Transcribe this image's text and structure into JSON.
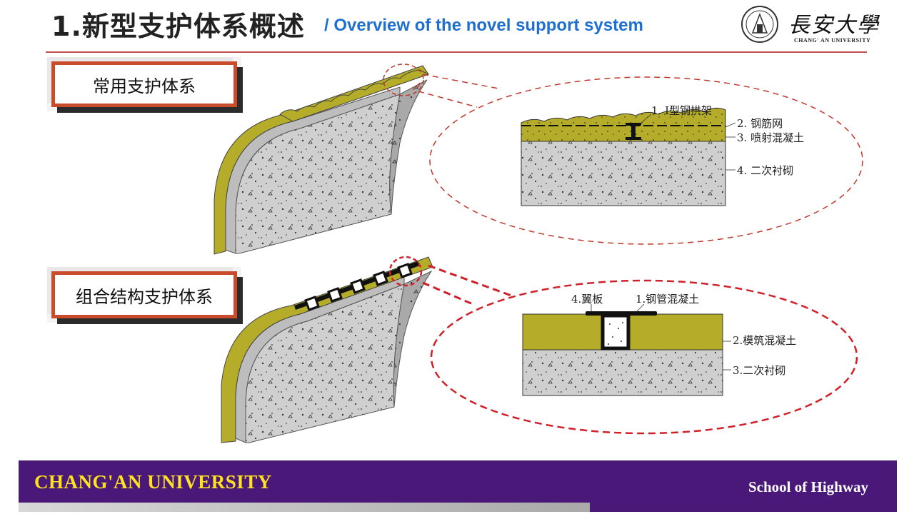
{
  "header": {
    "title_cn": "1.新型支护体系概述",
    "title_en": "/ Overview of the novel support system",
    "logo_cn": "長安大學",
    "logo_en": "CHANG' AN UNIVERSITY"
  },
  "sections": {
    "common": {
      "label": "常用支护体系",
      "callouts": [
        "1. I型钢拱架",
        "2. 钢筋网",
        "3. 喷射混凝土",
        "4. 二次衬砌"
      ]
    },
    "composite": {
      "label": "组合结构支护体系",
      "callouts": [
        "4.翼板",
        "1.钢管混凝土",
        "2.模筑混凝土",
        "3.二次衬砌"
      ]
    }
  },
  "footer": {
    "left": "CHANG'AN  UNIVERSITY",
    "right": "School of Highway"
  },
  "colors": {
    "accent_red": "#c84b2c",
    "title_blue": "#1f6fd0",
    "footer_purple": "#4a1878",
    "footer_gold": "#ffe21f",
    "shotcrete": "#b5ad2a",
    "concrete": "#cfcfcf"
  }
}
